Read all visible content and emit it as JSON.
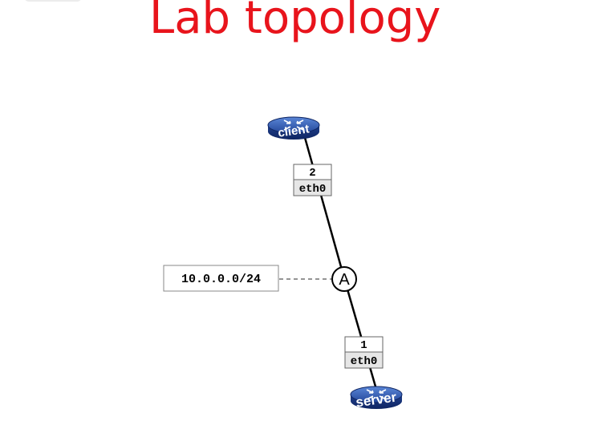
{
  "slide": {
    "title": "Lab topology",
    "title_color": "#e8141c"
  },
  "nodes": {
    "client": {
      "label": "client",
      "icon": "router-icon",
      "color": "#2b4ea0"
    },
    "server": {
      "label": "server",
      "icon": "router-icon",
      "color": "#2b4ea0"
    }
  },
  "interfaces": {
    "client": {
      "number": "2",
      "name": "eth0"
    },
    "server": {
      "number": "1",
      "name": "eth0"
    }
  },
  "collision_domain": {
    "label": "A",
    "subnet": "10.0.0.0/24"
  }
}
